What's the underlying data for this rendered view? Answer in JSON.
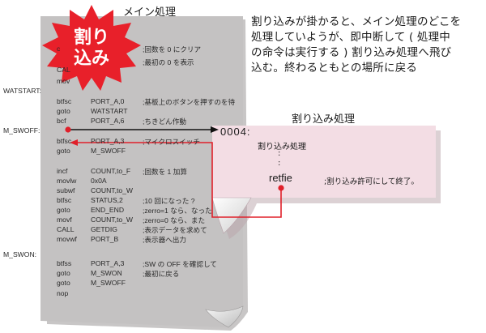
{
  "main_title": "メイン処理",
  "sub_title": "割り込み処理",
  "description": [
    "割り込みが掛かると、メイン処理のどこを",
    "処理していようが、即中断して ( 処理中",
    "の命令は実行する ) 割り込み処理へ飛び",
    "込む。終わるともとの場所に戻る"
  ],
  "starburst": {
    "line1": "割り",
    "line2": "込み",
    "color": "#e8202a"
  },
  "labels": {
    "watstart": "WATSTART:",
    "m_swoff": "M_SWOFF:",
    "m_swon": "M_SWON:"
  },
  "code_lines": [
    {
      "op": "c",
      "arg": "",
      "comment": ";回数を 0 にクリア"
    },
    {
      "op": "",
      "arg": "",
      "comment": ";最初の 0 を表示"
    },
    {
      "op": "CAL",
      "arg": "",
      "comment": ""
    },
    {
      "op": "mov",
      "arg": "",
      "comment": ""
    },
    {
      "op": "btfsc",
      "arg": "PORT_A,0",
      "comment": ";基板上のボタンを押すのを待"
    },
    {
      "op": "goto",
      "arg": "WATSTART",
      "comment": ""
    },
    {
      "op": "bcf",
      "arg": "PORT_A,6",
      "comment": ";ちきどん作動"
    },
    {
      "op": "btfsc",
      "arg": "PORT_A,3",
      "comment": ";マイクロスイッチ"
    },
    {
      "op": "goto",
      "arg": "M_SWOFF",
      "comment": ""
    },
    {
      "op": "incf",
      "arg": "COUNT,to_F",
      "comment": ";回数を 1 加算"
    },
    {
      "op": "movlw",
      "arg": "0x0A",
      "comment": ""
    },
    {
      "op": "subwf",
      "arg": "COUNT,to_W",
      "comment": ""
    },
    {
      "op": "btfsc",
      "arg": "STATUS,2",
      "comment": ";10 回になった ?"
    },
    {
      "op": "goto",
      "arg": "END_END",
      "comment": ";zerro=1 なら、なった"
    },
    {
      "op": "movf",
      "arg": "COUNT,to_W",
      "comment": ";zerro=0 なら、また"
    },
    {
      "op": "CALL",
      "arg": "GETDIG",
      "comment": ";表示データを求めて"
    },
    {
      "op": "movwf",
      "arg": "PORT_B",
      "comment": ";表示器へ出力"
    },
    {
      "op": "btfss",
      "arg": "PORT_A,3",
      "comment": ";SW の OFF を確認して"
    },
    {
      "op": "goto",
      "arg": "M_SWON",
      "comment": ";最初に戻る"
    },
    {
      "op": "goto",
      "arg": "M_SWOFF",
      "comment": ""
    },
    {
      "op": "nop",
      "arg": "",
      "comment": ""
    }
  ],
  "isr": {
    "address": "0004:",
    "title": "割り込み処理",
    "dot": ":",
    "retfie": "retfie",
    "comment": ";割り込み許可にして終了。"
  },
  "colors": {
    "paper": "#c4c2c2",
    "paper_shadow": "#8e8c8c",
    "isr_box": "#f3dde4",
    "arrow_red": "#e0202a"
  }
}
